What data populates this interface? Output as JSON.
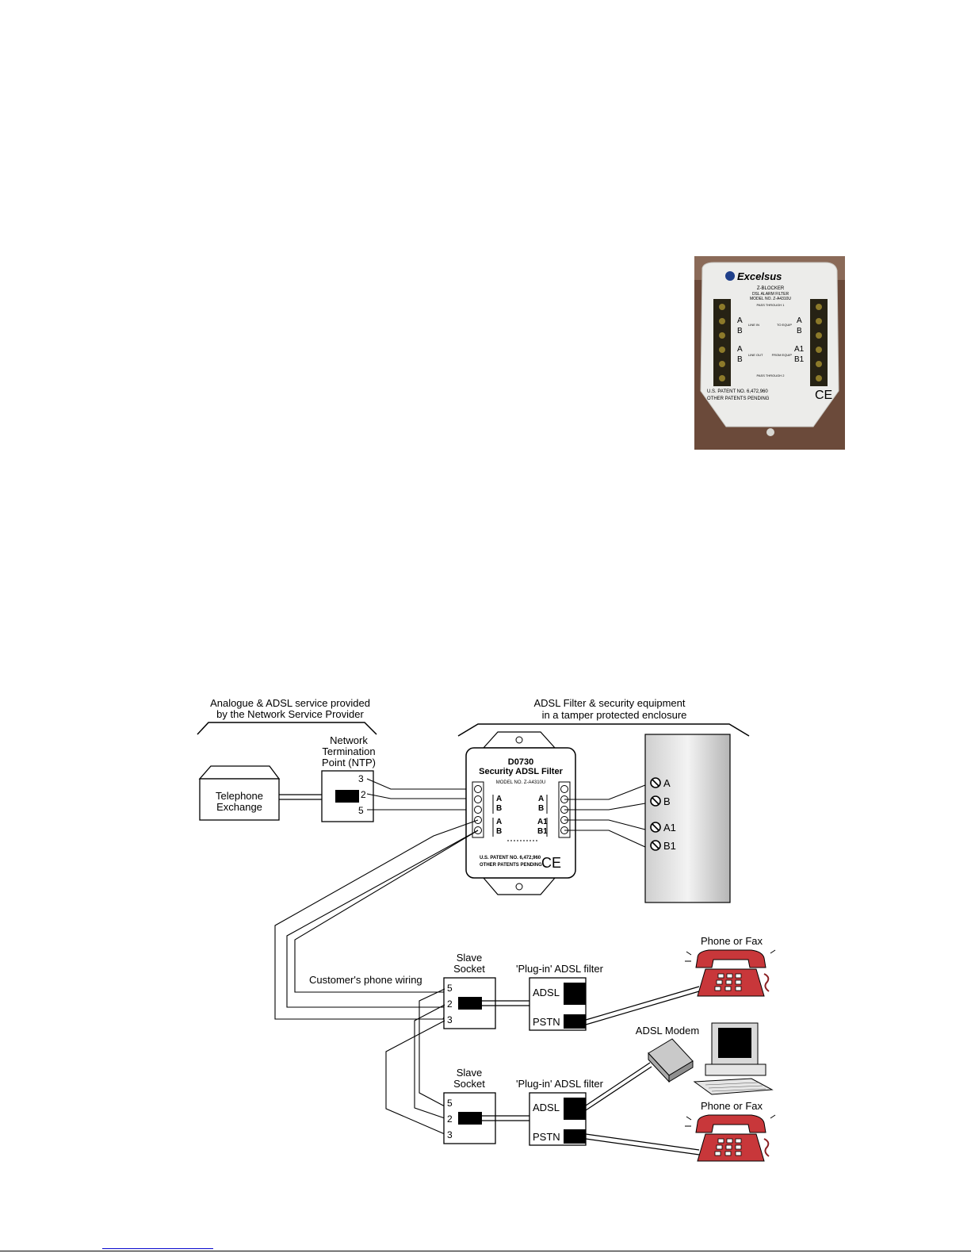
{
  "photo": {
    "brand": "Excelsus",
    "product": "Z-BLOCKER",
    "type": "DSL ALARM FILTER",
    "model": "MODEL NO. Z-A4310U",
    "pass_top": "PASS THROUGH 1",
    "pass_bottom": "PASS THROUGH 2",
    "left_terms": [
      "A",
      "B",
      "A",
      "B"
    ],
    "right_terms": [
      "A",
      "B",
      "A1",
      "B1"
    ],
    "left_side": [
      "LINE IN",
      "LINE OUT"
    ],
    "right_side": [
      "TO EQUIP",
      "FROM EQUIP"
    ],
    "patent": "U.S. PATENT NO. 6,472,960",
    "patents_pending": "OTHER PATENTS PENDING",
    "ce": "CE"
  },
  "diagram": {
    "bracket_left": [
      "Analogue & ADSL service provided",
      "by the Network Service Provider"
    ],
    "bracket_right": [
      "ADSL Filter & security equipment",
      "in a tamper protected enclosure"
    ],
    "exchange": [
      "Telephone",
      "Exchange"
    ],
    "ntp_label": [
      "Network",
      "Termination",
      "Point (NTP)"
    ],
    "ntp_pins": [
      "3",
      "2",
      "5"
    ],
    "filter_title": [
      "D0730",
      "Security ADSL Filter"
    ],
    "filter_model": "MODEL NO. Z-A4310U",
    "filter_left_terms": [
      "A",
      "B",
      "A",
      "B"
    ],
    "filter_right_terms": [
      "A",
      "B",
      "A1",
      "B1"
    ],
    "filter_patent": [
      "U.S. PATENT NO. 6,472,960",
      "OTHER PATENTS PENDING"
    ],
    "filter_ce": "CE",
    "alarm_terms": [
      "A",
      "B",
      "A1",
      "B1"
    ],
    "customer_wiring": "Customer's phone wiring",
    "slave_socket": [
      "Slave",
      "Socket"
    ],
    "socket_pins": [
      "5",
      "2",
      "3"
    ],
    "plugin_filter": "'Plug-in' ADSL filter",
    "filter_ports": [
      "ADSL",
      "PSTN"
    ],
    "phone_label": "Phone or Fax",
    "modem_label": "ADSL Modem"
  }
}
